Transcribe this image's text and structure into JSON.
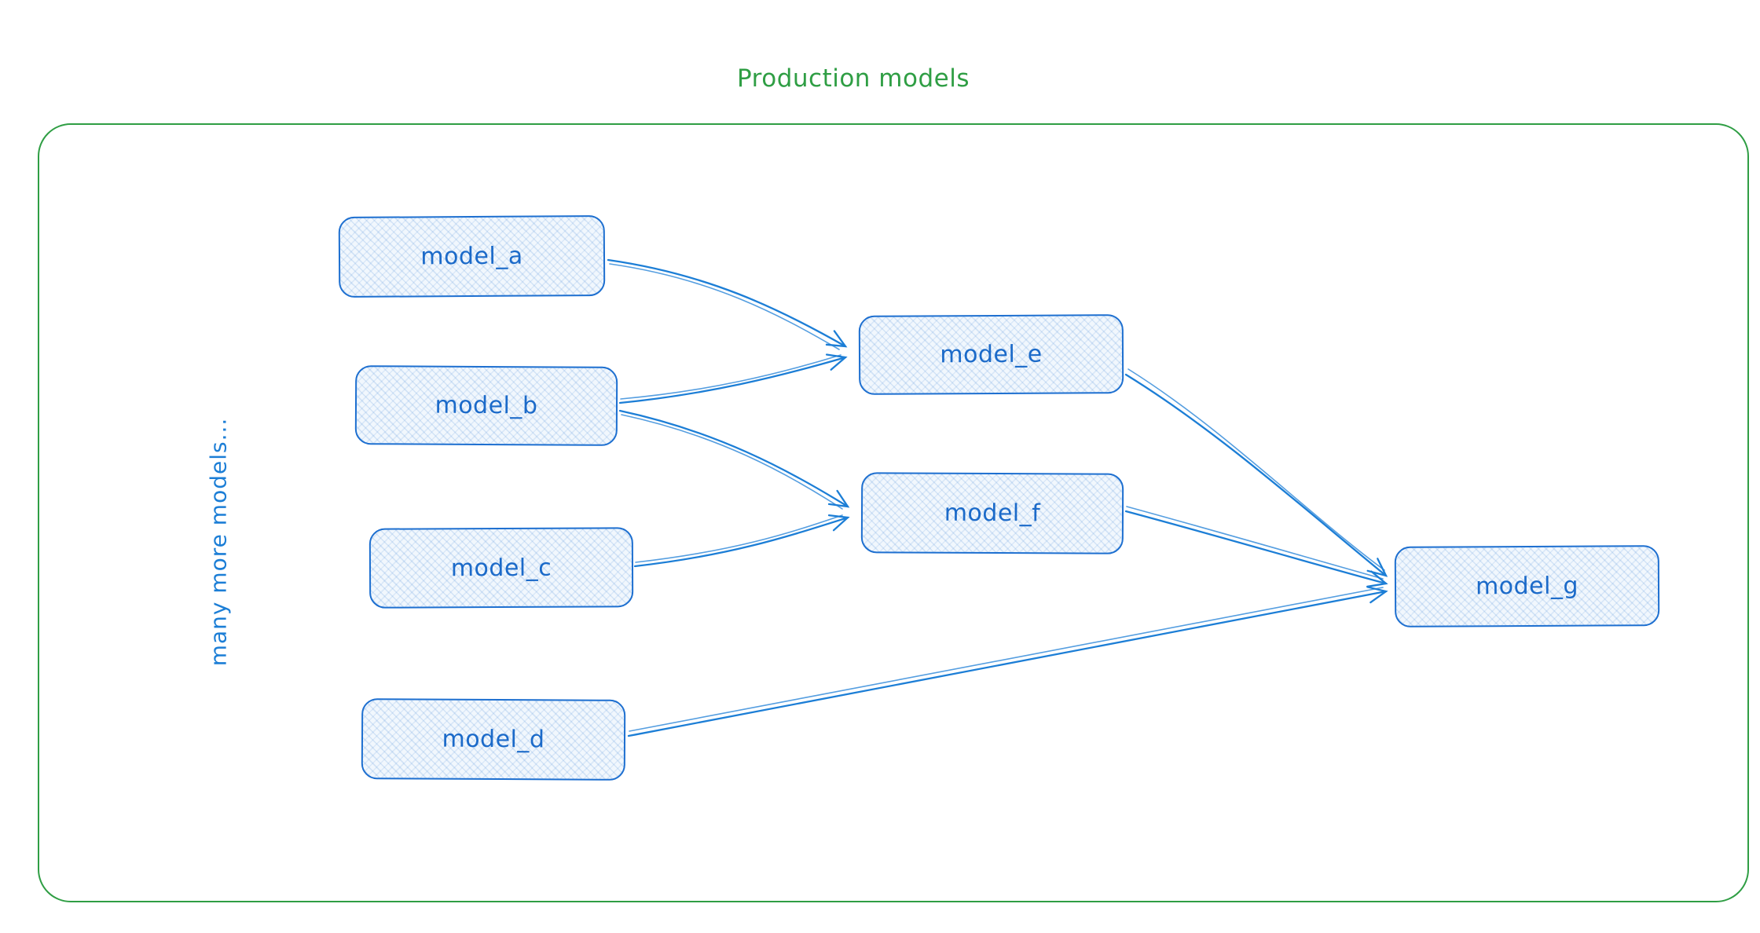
{
  "title": "Production models",
  "side_label": "many more models...",
  "colors": {
    "frame_green": "#2f9e44",
    "node_stroke_blue": "#1d6fd0",
    "node_fill_blue": "#f1f7fd",
    "text_blue": "#1b6ac9",
    "arrow_blue": "#1c7ed6"
  },
  "nodes": [
    {
      "id": "model_a",
      "label": "model_a"
    },
    {
      "id": "model_b",
      "label": "model_b"
    },
    {
      "id": "model_c",
      "label": "model_c"
    },
    {
      "id": "model_d",
      "label": "model_d"
    },
    {
      "id": "model_e",
      "label": "model_e"
    },
    {
      "id": "model_f",
      "label": "model_f"
    },
    {
      "id": "model_g",
      "label": "model_g"
    }
  ],
  "edges": [
    {
      "from": "model_a",
      "to": "model_e"
    },
    {
      "from": "model_b",
      "to": "model_e"
    },
    {
      "from": "model_b",
      "to": "model_f"
    },
    {
      "from": "model_c",
      "to": "model_f"
    },
    {
      "from": "model_d",
      "to": "model_g"
    },
    {
      "from": "model_e",
      "to": "model_g"
    },
    {
      "from": "model_f",
      "to": "model_g"
    }
  ]
}
